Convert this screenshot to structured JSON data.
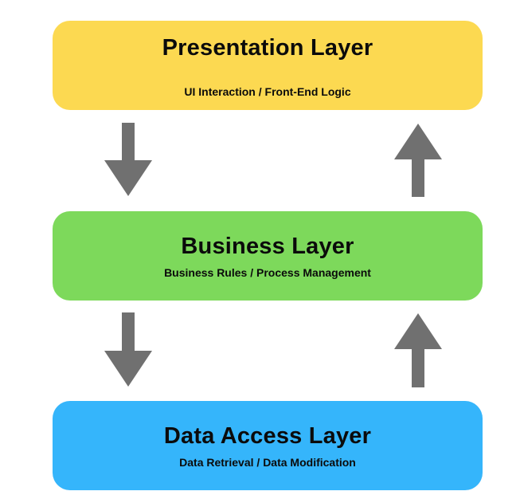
{
  "layers": [
    {
      "title": "Presentation Layer",
      "subtitle": "UI Interaction / Front-End Logic",
      "color": "#fcd951"
    },
    {
      "title": "Business Layer",
      "subtitle": "Business Rules / Process Management",
      "color": "#7dd95b"
    },
    {
      "title": "Data Access Layer",
      "subtitle": "Data Retrieval / Data Modification",
      "color": "#35b5fb"
    }
  ],
  "arrow_color": "#707070"
}
